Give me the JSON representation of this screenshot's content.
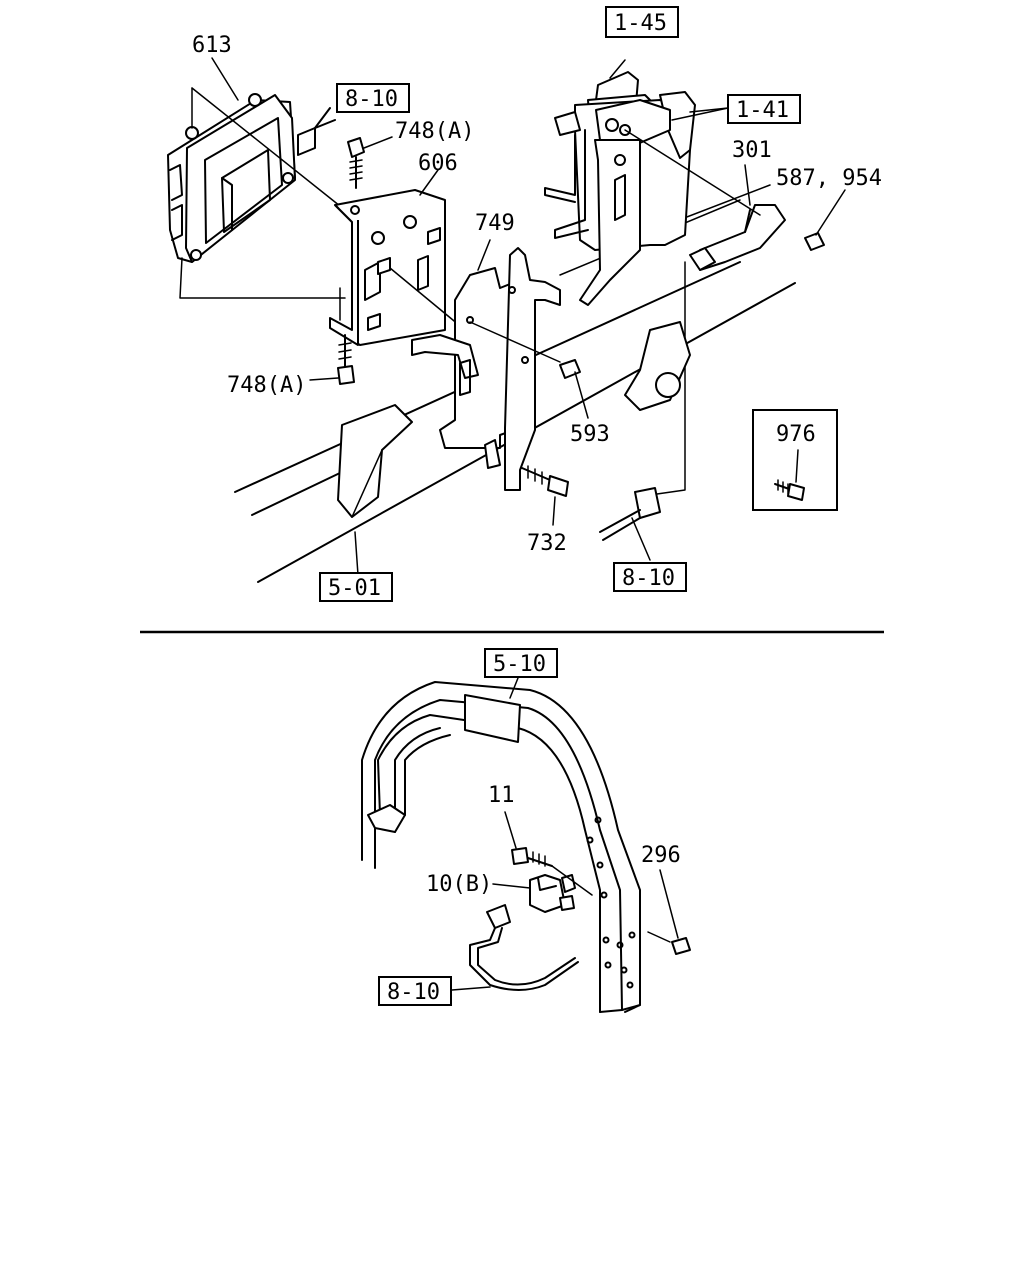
{
  "top_section": {
    "callouts": {
      "c613": "613",
      "c748a_top": "748(A)",
      "c606": "606",
      "c749": "749",
      "c301": "301",
      "c587_954": "587, 954",
      "c748a_bottom": "748(A)",
      "c593": "593",
      "c732": "732"
    },
    "reference_boxes": {
      "r1_45": "1-45",
      "r1_41": "1-41",
      "r8_10_top": "8-10",
      "r8_10_mid": "8-10",
      "r5_01": "5-01",
      "r976": "976"
    }
  },
  "bottom_section": {
    "callouts": {
      "c11": "11",
      "c10b": "10(B)",
      "c296": "296"
    },
    "reference_boxes": {
      "r5_10": "5-10",
      "r8_10_bottom": "8-10"
    }
  }
}
